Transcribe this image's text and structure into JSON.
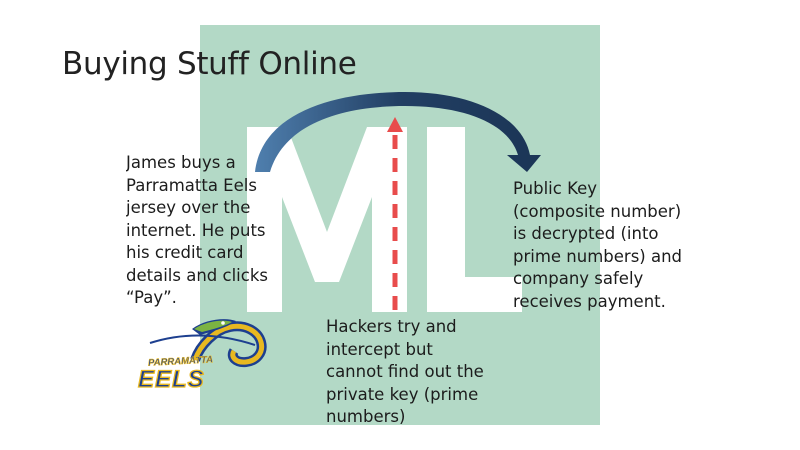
{
  "slide": {
    "title": "Buying Stuff Online",
    "watermark_text": "ML",
    "left_text": "James buys a\nParramatta Eels\njersey over the\ninternet. He puts\nhis credit card\ndetails and clicks\n“Pay”.",
    "right_text": "Public Key\n(composite number)\nis decrypted (into\nprime numbers) and\ncompany safely\nreceives payment.",
    "bottom_text": "Hackers try and\nintercept but\ncannot find out the\nprivate key (prime\nnumbers)",
    "logo": {
      "top_text": "PARRAMATTA",
      "main_text": "EELS"
    }
  },
  "colors": {
    "background_panel": "#b3d9c6",
    "arrow_dark": "#1f3d5c",
    "dashed_arrow": "#e84c4c",
    "logo_blue": "#1d3f8f",
    "logo_gold": "#e8b820"
  }
}
